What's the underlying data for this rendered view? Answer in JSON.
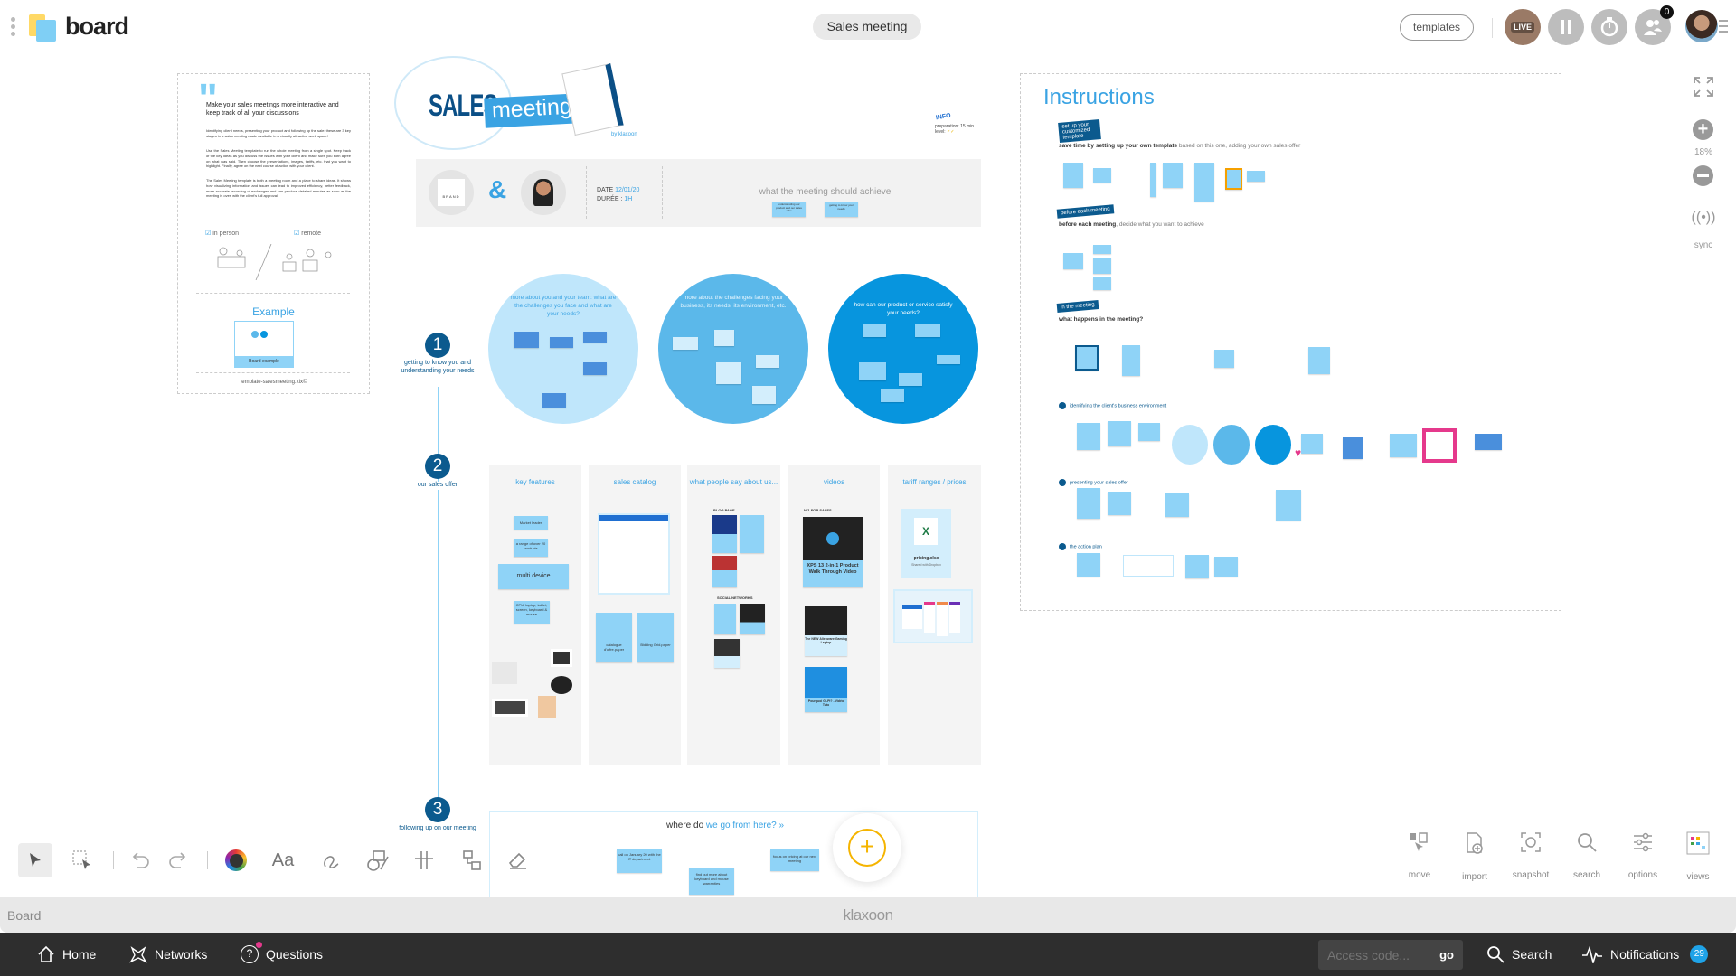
{
  "app": {
    "name": "board",
    "board_title": "Sales meeting",
    "footer_label": "Board",
    "brand": "klaxoon"
  },
  "topbar": {
    "templates_label": "templates",
    "live_label": "LIVE",
    "participants_badge": "0"
  },
  "zoom": {
    "level": "18%",
    "sync_label": "sync"
  },
  "intro_panel": {
    "title": "Make your sales meetings more interactive and keep track of all your discussions",
    "paragraphs": [
      "Identifying client needs, presenting your product and following up the sale: these are 3 key stages in a sales meeting made available in a visually attractive work space!",
      "Use the Sales Meeting template to run the whole meeting from a single spot. Keep track of the key ideas as you discuss the issues with your client and make sure you both agree on what was said. Then choose the presentations, images, tariffs, etc. that you want to highlight. Finally, agree on the next course of action with your client.",
      "The Sales Meeting template is both a meeting room and a place to share ideas. It shows how visualizing information and issues can lead to improved efficiency, better feedback, more accurate recording of exchanges and can produce detailed minutes as soon as the meeting is over, with the client's full approval."
    ],
    "in_person": "in person",
    "remote": "remote",
    "example_title": "Example",
    "example_caption": "Board example",
    "filename": "template-salesmeeting.klx©"
  },
  "hero": {
    "word1": "SALES",
    "word2": "meeting",
    "by": "by klaxoon",
    "info_tag": "INFO",
    "preparation": "preparation: 15 min",
    "level": "level:"
  },
  "header_band": {
    "brand_logo": "BRAND",
    "ampersand": "&",
    "date_label": "DATE",
    "date_value": "12/01/20",
    "duration_label": "DURÉE :",
    "duration_value": "1H",
    "goal_title": "what the meeting should achieve",
    "goal_notes": [
      "understanding our product and our sales offer",
      "getting to know your needs"
    ]
  },
  "steps": [
    {
      "number": "1",
      "label": "getting to know you and understanding your needs"
    },
    {
      "number": "2",
      "label": "our sales offer"
    },
    {
      "number": "3",
      "label": "following up on our meeting"
    }
  ],
  "circles": [
    {
      "text": "more about you and your team: what are the challenges you face and what are your needs?",
      "color": "#bfe6fb"
    },
    {
      "text": "more about the challenges facing your business, its needs, its environment, etc.",
      "color": "#5bb8ea"
    },
    {
      "text": "how can our product or service satisfy your needs?",
      "color": "#0795de"
    }
  ],
  "columns": [
    {
      "title": "key features",
      "items": [
        "Market leader",
        "a range of over 20 products",
        "multi device",
        "CPU, laptop, tablet, screen, keyboard & mouse"
      ]
    },
    {
      "title": "sales catalog",
      "items": [
        "catalogue d'offre.paper",
        "Bidding Grid.paper"
      ]
    },
    {
      "title": "what people say about us...",
      "items": [
        "BLOG PAGE",
        "SOCIAL NETWORKS"
      ]
    },
    {
      "title": "videos",
      "items": [
        "N°1 FOR SALES",
        "XPS 13 2-in-1 Product Walk Through Video",
        "The NEW Alienware Gaming Laptop",
        "Pourquoi GLPI? - Vidéo Tuto"
      ]
    },
    {
      "title": "tariff ranges / prices",
      "items": [
        "pricing.xlsx",
        "Shared with Dropbox"
      ]
    }
  ],
  "followup": {
    "prefix": "where do ",
    "highlight": "we go from here?",
    "chevron": "»",
    "notes": [
      "call on January 20 with the IT department",
      "find out more about keyboard and mouse warranties",
      "focus on pricing at our next meeting"
    ]
  },
  "instructions": {
    "title": "Instructions",
    "sections": [
      {
        "badge": "set up your customized template",
        "bold": "save time by setting up your own template",
        "rest": " based on this one, adding your own sales offer"
      },
      {
        "badge": "before each meeting",
        "bold": "before each meeting",
        "rest": ", decide what you want to achieve"
      },
      {
        "badge": "in the meeting",
        "bold": "what happens in the meeting?",
        "rest": ""
      }
    ],
    "substeps": [
      "identifying the client's business environment",
      "presenting your sales offer",
      "the action plan"
    ]
  },
  "bottom_tools": {
    "left": [
      "select",
      "multi-select",
      "undo",
      "redo",
      "color",
      "text",
      "draw",
      "shapes",
      "grid",
      "connector",
      "eraser"
    ],
    "text_tool_label": "Aa",
    "right": [
      {
        "label": "move",
        "icon": "move-icon"
      },
      {
        "label": "import",
        "icon": "import-icon"
      },
      {
        "label": "snapshot",
        "icon": "snapshot-icon"
      },
      {
        "label": "search",
        "icon": "search-icon"
      },
      {
        "label": "options",
        "icon": "options-icon"
      },
      {
        "label": "views",
        "icon": "views-icon"
      }
    ]
  },
  "nav": {
    "home": "Home",
    "networks": "Networks",
    "questions": "Questions",
    "access_placeholder": "Access code...",
    "go": "go",
    "search": "Search",
    "notifications": "Notifications",
    "notifications_count": "29"
  },
  "colors": {
    "accent": "#3aa3e3",
    "navy": "#0b5a8e",
    "sticky": "#8fd3f7",
    "nav_bg": "#2e2e2e",
    "badge": "#1fa3e8"
  }
}
